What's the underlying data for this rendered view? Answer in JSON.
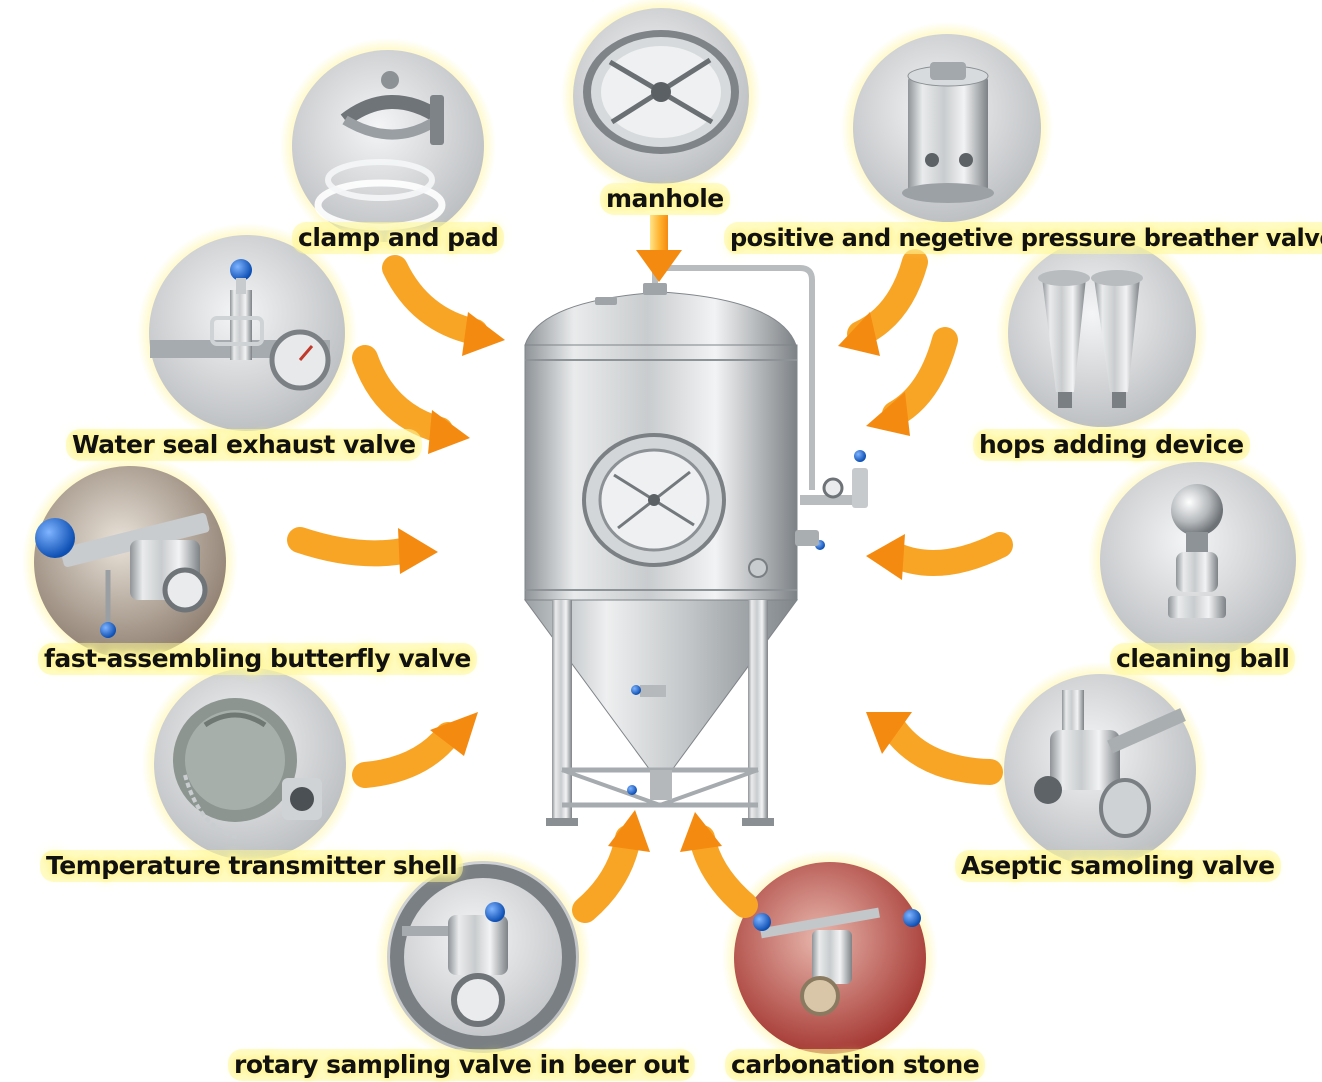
{
  "colors": {
    "glow": "#fff07a",
    "arrow_outer": "#f7a21c",
    "arrow_inner": "#ffe37a",
    "steel_light": "#e6e8ea",
    "steel_dark": "#8d9296",
    "valve_blue": "#1f6fd6"
  },
  "center": {
    "name": "fermenter-tank"
  },
  "components": [
    {
      "id": "manhole",
      "label": "manhole",
      "icon": "manhole-icon"
    },
    {
      "id": "clamp",
      "label": "clamp and pad",
      "icon": "clamp-icon"
    },
    {
      "id": "breather",
      "label": "positive and negetive pressure breather valve",
      "icon": "breather-valve-icon"
    },
    {
      "id": "water-seal",
      "label": "Water seal exhaust valve",
      "icon": "water-seal-valve-icon"
    },
    {
      "id": "hops",
      "label": "hops adding device",
      "icon": "hops-device-icon"
    },
    {
      "id": "butterfly",
      "label": "fast-assembling butterfly valve",
      "icon": "butterfly-valve-icon"
    },
    {
      "id": "cleaning",
      "label": "cleaning ball",
      "icon": "cleaning-ball-icon"
    },
    {
      "id": "temperature",
      "label": "Temperature transmitter shell",
      "icon": "temperature-shell-icon"
    },
    {
      "id": "aseptic",
      "label": "Aseptic samoling valve",
      "icon": "aseptic-valve-icon"
    },
    {
      "id": "rotary",
      "label": "rotary sampling valve in beer out",
      "icon": "rotary-valve-icon"
    },
    {
      "id": "carbonation",
      "label": "carbonation stone",
      "icon": "carbonation-stone-icon"
    }
  ]
}
